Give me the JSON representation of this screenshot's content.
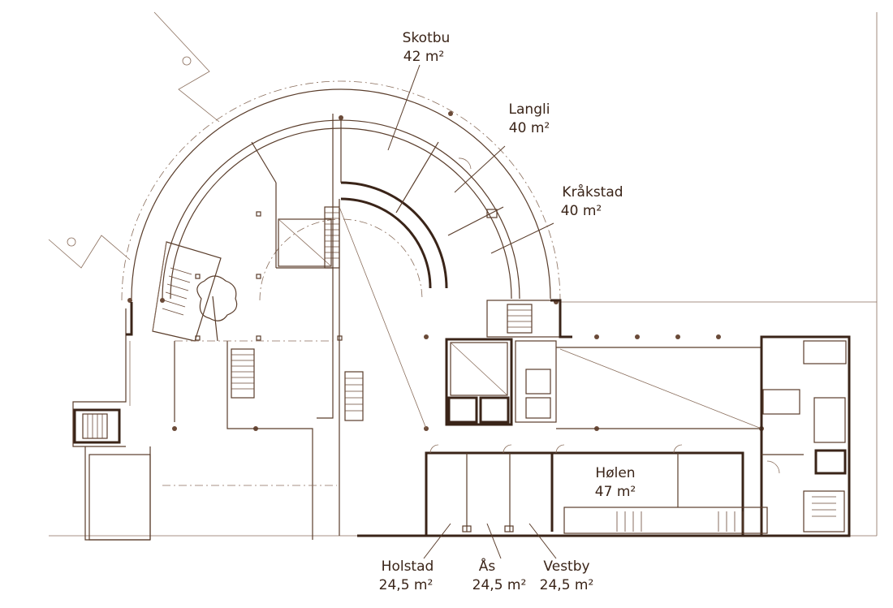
{
  "rooms": [
    {
      "id": "skotbu",
      "name": "Skotbu",
      "area": "42 m²"
    },
    {
      "id": "langli",
      "name": "Langli",
      "area": "40 m²"
    },
    {
      "id": "krakstad",
      "name": "Kråkstad",
      "area": "40 m²"
    },
    {
      "id": "holen",
      "name": "Hølen",
      "area": "47 m²"
    },
    {
      "id": "holstad",
      "name": "Holstad",
      "area": "24,5 m²"
    },
    {
      "id": "as",
      "name": "Ås",
      "area": "24,5 m²"
    },
    {
      "id": "vestby",
      "name": "Vestby",
      "area": "24,5 m²"
    }
  ],
  "colors": {
    "line": "#5a3d2b",
    "text": "#3a2418",
    "background": "#ffffff"
  }
}
